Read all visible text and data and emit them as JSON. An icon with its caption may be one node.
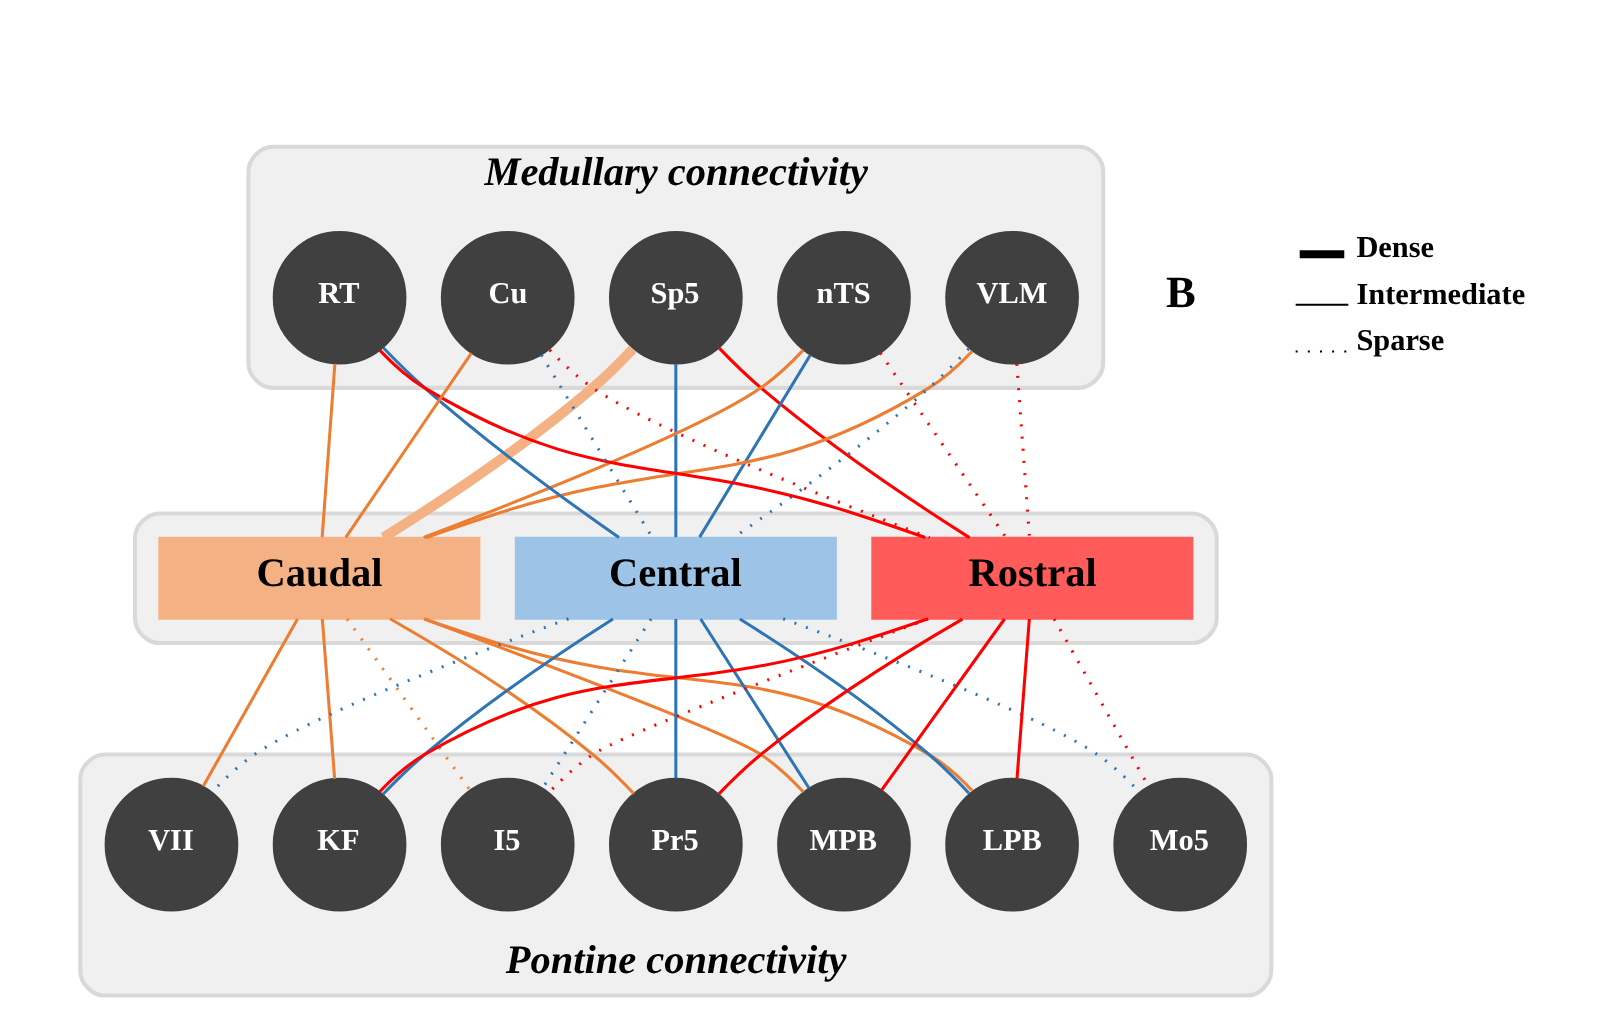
{
  "diagram": {
    "nodes": [
      {
        "text": [
          "Medullary connectivity"
        ]
      },
      {
        "text": [
          "Sp5"
        ],
        "in": 0
      },
      {
        "text": [
          "nTS"
        ],
        "in": 0
      },
      {
        "text": [
          "VLM"
        ],
        "in": 0
      },
      {
        "text": [
          "RT"
        ],
        "in": 0
      },
      {
        "text": [
          "Cu"
        ],
        "in": 0
      },
      {
        "text": [],
        "shape": "box"
      },
      {
        "text": [
          "Caudal"
        ],
        "in": 6
      },
      {
        "text": [
          "Central"
        ],
        "in": 6
      },
      {
        "text": [
          "Rostral"
        ],
        "in": 6
      },
      {
        "text": [
          "Pontine connectivity"
        ]
      },
      {
        "text": [
          "VII"
        ],
        "in": 10
      },
      {
        "text": [
          "Pr5"
        ],
        "in": 10
      },
      {
        "text": [
          "MPB"
        ],
        "in": 10
      },
      {
        "text": [
          "LPB"
        ],
        "in": 10
      },
      {
        "text": [
          "KF"
        ],
        "in": 10
      },
      {
        "text": [
          "I5"
        ],
        "in": 10
      },
      {
        "text": [
          "Mo5"
        ],
        "in": 10
      }
    ],
    "edges": [
      {
        "from": 1,
        "to": 7,
        "arrow": "none",
        "style": "thick",
        "color": "#f4b183"
      },
      {
        "from": 1,
        "to": 8,
        "arrow": "none",
        "color": "#2e75b6"
      },
      {
        "from": 1,
        "to": 9,
        "arrow": "none",
        "color": "#ff0000"
      },
      {
        "from": 2,
        "to": 7,
        "arrow": "none",
        "color": "#ed7d31"
      },
      {
        "from": 2,
        "to": 8,
        "arrow": "none",
        "color": "#2e75b6"
      },
      {
        "from": 2,
        "to": 9,
        "arrow": "none",
        "style": "dashed",
        "color": "#ff0000"
      },
      {
        "from": 3,
        "to": 7,
        "arrow": "none",
        "color": "#ed7d31"
      },
      {
        "from": 3,
        "to": 8,
        "arrow": "none",
        "style": "dashed",
        "color": "#2e75b6"
      },
      {
        "from": 3,
        "to": 9,
        "arrow": "none",
        "style": "dashed",
        "color": "#ff0000"
      },
      {
        "from": 4,
        "to": 7,
        "arrow": "none",
        "color": "#ed7d31"
      },
      {
        "from": 4,
        "to": 8,
        "arrow": "none",
        "color": "#2e75b6"
      },
      {
        "from": 4,
        "to": 9,
        "arrow": "none",
        "color": "#ff0000"
      },
      {
        "from": 5,
        "to": 7,
        "arrow": "none",
        "color": "#ed7d31"
      },
      {
        "from": 5,
        "to": 8,
        "arrow": "none",
        "style": "dashed",
        "color": "#2e75b6"
      },
      {
        "from": 5,
        "to": 9,
        "arrow": "none",
        "style": "dashed",
        "color": "#ff0000"
      },
      {
        "from": 7,
        "to": 11,
        "arrow": "none",
        "color": "#ed7d31"
      },
      {
        "from": 7,
        "to": 12,
        "arrow": "none",
        "color": "#ed7d31"
      },
      {
        "from": 7,
        "to": 13,
        "arrow": "none",
        "color": "#ed7d31"
      },
      {
        "from": 7,
        "to": 14,
        "arrow": "none",
        "color": "#ed7d31"
      },
      {
        "from": 7,
        "to": 15,
        "arrow": "none",
        "color": "#ed7d31"
      },
      {
        "from": 7,
        "to": 16,
        "arrow": "none",
        "style": "dashed",
        "color": "#ed7d31"
      },
      {
        "from": 8,
        "to": 11,
        "arrow": "none",
        "style": "dashed",
        "color": "#2e75b6"
      },
      {
        "from": 8,
        "to": 12,
        "arrow": "none",
        "color": "#2e75b6"
      },
      {
        "from": 8,
        "to": 13,
        "arrow": "none",
        "color": "#2e75b6"
      },
      {
        "from": 8,
        "to": 14,
        "arrow": "none",
        "color": "#2e75b6"
      },
      {
        "from": 8,
        "to": 15,
        "arrow": "none",
        "color": "#2e75b6"
      },
      {
        "from": 8,
        "to": 16,
        "arrow": "none",
        "style": "dashed",
        "color": "#2e75b6"
      },
      {
        "from": 8,
        "to": 17,
        "arrow": "none",
        "style": "dashed",
        "color": "#2e75b6"
      },
      {
        "from": 9,
        "to": 12,
        "arrow": "none",
        "color": "#ff0000"
      },
      {
        "from": 9,
        "to": 13,
        "arrow": "none",
        "color": "#ff0000"
      },
      {
        "from": 9,
        "to": 14,
        "arrow": "none",
        "color": "#ff0000"
      },
      {
        "from": 9,
        "to": 15,
        "arrow": "none",
        "color": "#ff0000"
      },
      {
        "from": 9,
        "to": 16,
        "arrow": "none",
        "style": "dashed",
        "color": "#ff0000"
      },
      {
        "from": 9,
        "to": 17,
        "arrow": "none",
        "style": "dashed",
        "color": "#ff0000"
      }
    ],
    "labels": [
      "B"
    ],
    "legend": [
      {
        "text": "Dense"
      },
      {
        "text": "Intermediate"
      },
      {
        "text": "Sparse"
      }
    ]
  }
}
